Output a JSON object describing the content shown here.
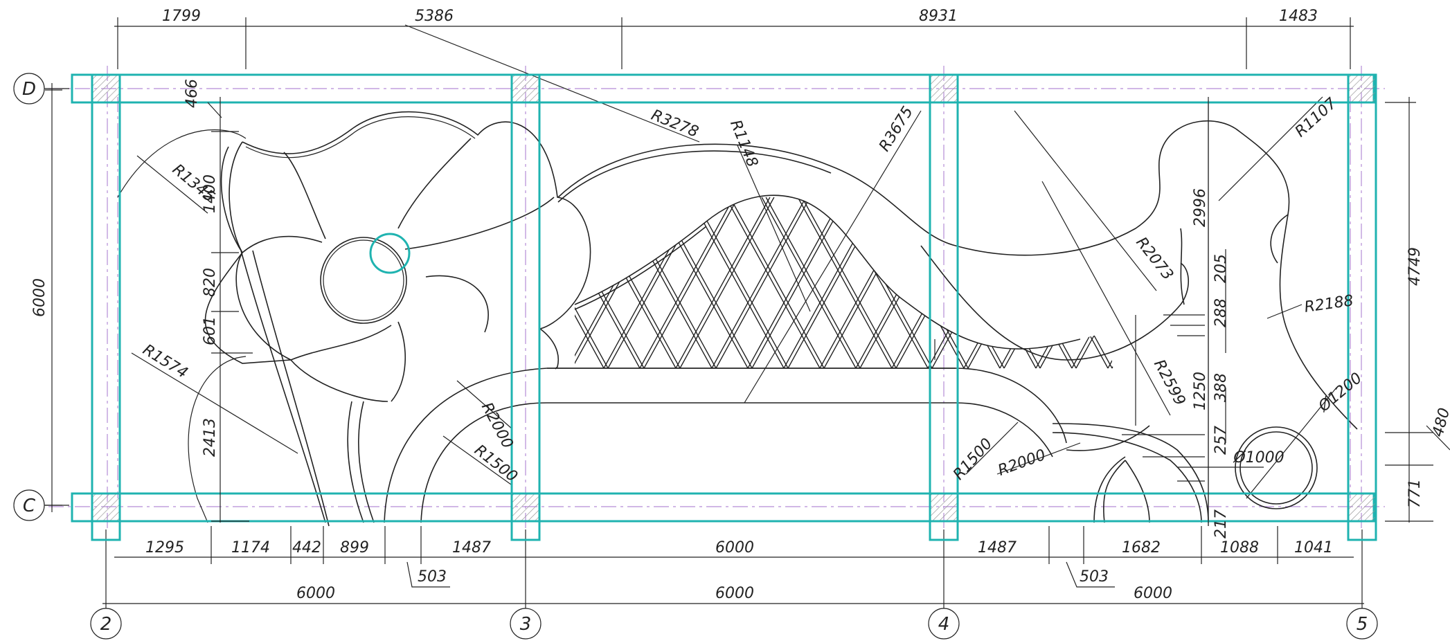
{
  "colors": {
    "column": "#1fb3b0",
    "centerline": "#b48cd6",
    "line": "#222222"
  },
  "top_dims": [
    "1799",
    "5386",
    "8931",
    "1483"
  ],
  "left_dims": [
    "6000"
  ],
  "inner_vertical_dims": [
    "466",
    "1400",
    "820",
    "601",
    "2413"
  ],
  "right_dims": [
    "4749",
    "480",
    "771"
  ],
  "right_inner_dims": [
    "2996",
    "205",
    "288",
    "1250",
    "388",
    "257",
    "217"
  ],
  "bottom_dims_row1": [
    "1295",
    "1174",
    "442",
    "899",
    "1487",
    "6000",
    "1487",
    "1682",
    "1088",
    "1041"
  ],
  "bottom_dims_row1b": [
    "503",
    "503"
  ],
  "bottom_dims_row2": [
    "6000",
    "6000",
    "6000"
  ],
  "grid_rows": [
    "D",
    "C"
  ],
  "grid_cols": [
    "2",
    "3",
    "4",
    "5"
  ],
  "radius_labels": [
    "R3278",
    "R1148",
    "R3675",
    "R1107",
    "R1345",
    "R1574",
    "R2073",
    "R2188",
    "R2599",
    "R2000",
    "R1500",
    "R1500",
    "R2000",
    "Ø1200",
    "Ø1000"
  ]
}
